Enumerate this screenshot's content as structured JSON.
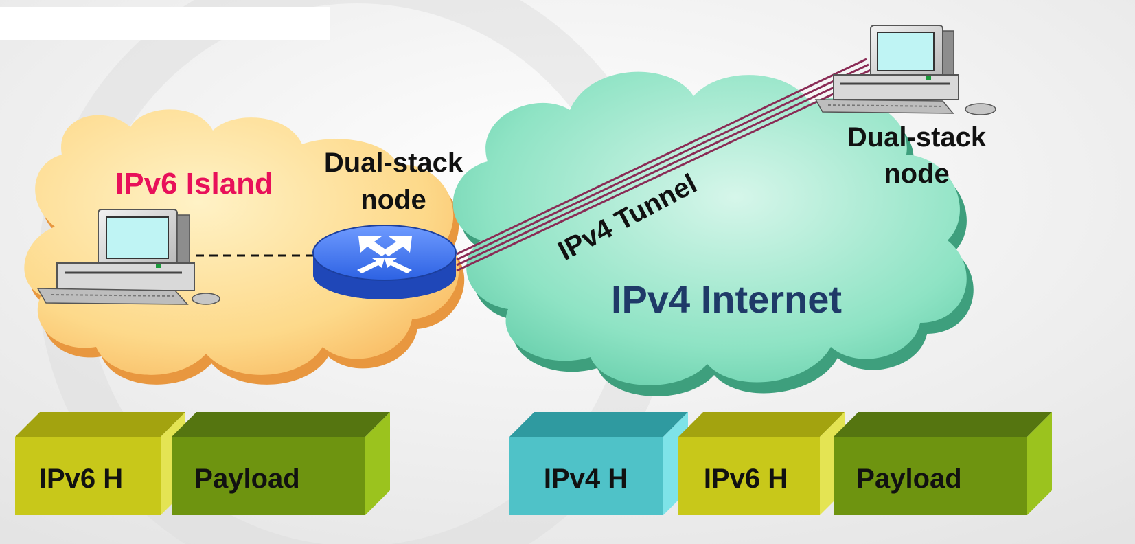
{
  "labels": {
    "island": "IPv6 Island",
    "router_node_line1": "Dual-stack",
    "router_node_line2": "node",
    "remote_node_line1": "Dual-stack",
    "remote_node_line2": "node",
    "tunnel": "IPv4 Tunnel",
    "internet": "IPv4 Internet"
  },
  "packets": {
    "left": [
      {
        "label": "IPv6 H"
      },
      {
        "label": "Payload"
      }
    ],
    "right": [
      {
        "label": "IPv4 H"
      },
      {
        "label": "IPv6 H"
      },
      {
        "label": "Payload"
      }
    ]
  },
  "colors": {
    "island_cloud": "#fdd98a",
    "island_text": "#e8105a",
    "internet_cloud": "#6fd6b0",
    "internet_text": "#1f3a68",
    "tunnel": "#8a2b55",
    "router": "#2357d6",
    "ipv4_header": "#4fc2c8",
    "ipv6_header": "#c8c81a",
    "payload": "#6e9410"
  },
  "icons": {
    "left_host": "desktop-computer-icon",
    "right_host": "desktop-computer-icon",
    "router": "router-icon"
  }
}
